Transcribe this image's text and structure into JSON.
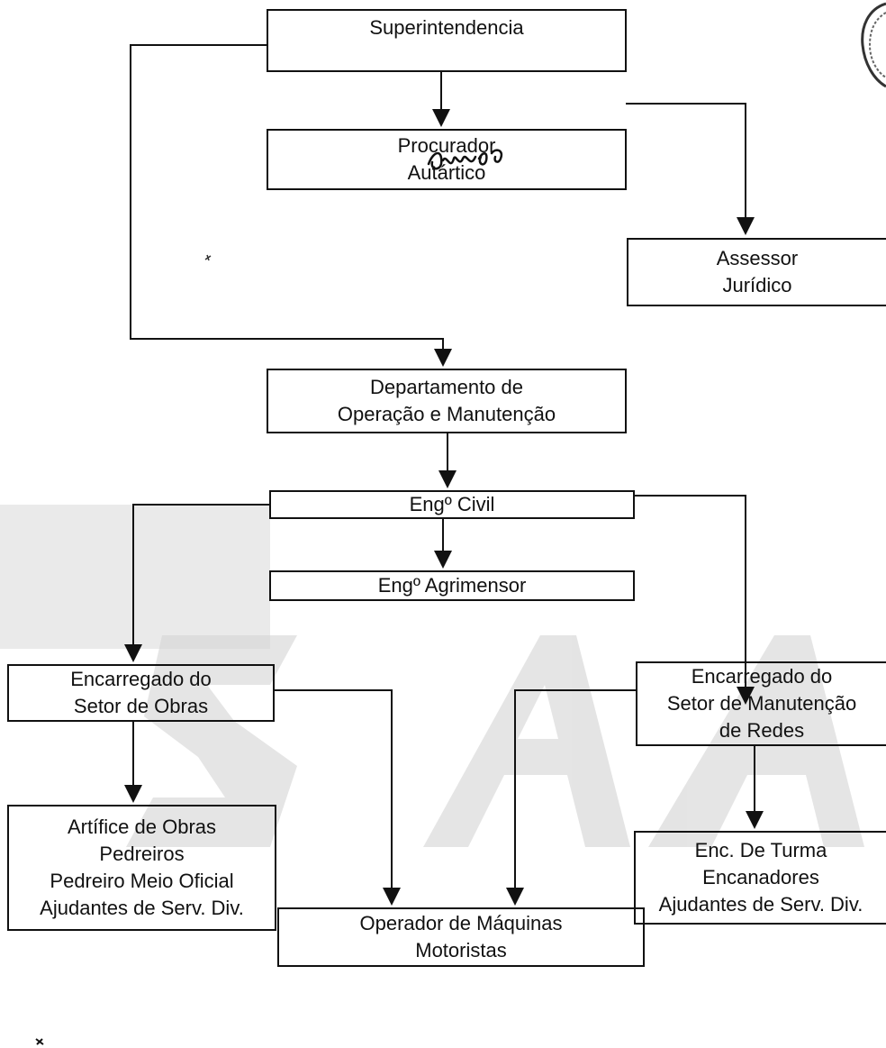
{
  "nodes": {
    "superintendencia": {
      "lines": [
        "Superintendencia"
      ]
    },
    "procurador": {
      "lines": [
        "Procurador",
        "Autártico"
      ]
    },
    "assessor": {
      "lines": [
        "Assessor",
        "Jurídico"
      ]
    },
    "departamento": {
      "lines": [
        "Departamento de",
        "Operação e Manutenção"
      ]
    },
    "eng_civil": {
      "lines": [
        "Engº Civil"
      ]
    },
    "eng_agrimensor": {
      "lines": [
        "Engº Agrimensor"
      ]
    },
    "enc_obras": {
      "lines": [
        "Encarregado do",
        "Setor de Obras"
      ]
    },
    "enc_redes": {
      "lines": [
        "Encarregado do",
        "Setor de Manutenção",
        "de Redes"
      ]
    },
    "artifice": {
      "lines": [
        "Artífice de Obras",
        "Pedreiros",
        "Pedreiro Meio Oficial",
        "Ajudantes de Serv. Div."
      ]
    },
    "enc_turma": {
      "lines": [
        "Enc. De Turma",
        "Encanadores",
        "Ajudantes de Serv. Div."
      ]
    },
    "operador": {
      "lines": [
        "Operador de Máquinas",
        "Motoristas"
      ]
    }
  },
  "handwritten_annotation": "amigo",
  "watermark": "SAA",
  "colors": {
    "line": "#111111",
    "watermark": "#b9b9b9"
  }
}
